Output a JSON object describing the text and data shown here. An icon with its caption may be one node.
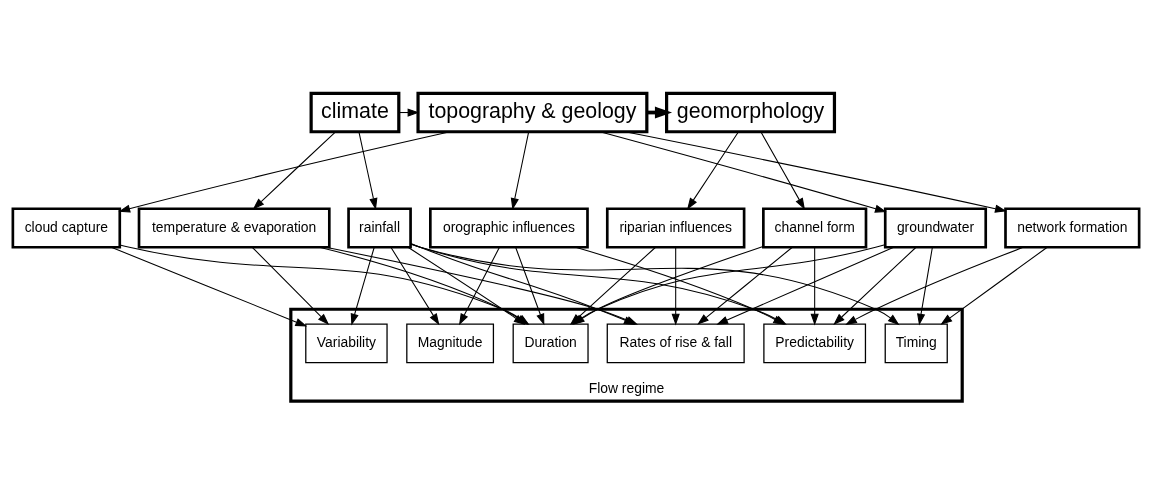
{
  "diagram": {
    "nodes": [
      {
        "text": [
          "climate"
        ]
      },
      {
        "text": [
          "topography & geology"
        ]
      },
      {
        "text": [
          "geomorphology"
        ]
      },
      {
        "text": [
          "temperature & evaporation"
        ]
      },
      {
        "text": [
          "rainfall"
        ]
      },
      {
        "text": [
          "cloud capture"
        ]
      },
      {
        "text": [
          "orographic influences"
        ]
      },
      {
        "text": [
          "network formation"
        ]
      },
      {
        "text": [
          "groundwater"
        ]
      },
      {
        "text": [
          "channel form"
        ]
      },
      {
        "text": [
          "riparian influences"
        ]
      },
      {
        "text": [
          "Flow regime"
        ]
      },
      {
        "text": [
          "Magnitude"
        ],
        "in": 11
      },
      {
        "text": [
          "Timing"
        ],
        "in": 11
      },
      {
        "text": [
          "Variability"
        ],
        "in": 11
      },
      {
        "text": [
          "Predictability"
        ],
        "in": 11
      },
      {
        "text": [
          "Duration"
        ],
        "in": 11
      },
      {
        "text": [
          "Rates of rise & fall"
        ],
        "in": 11
      }
    ],
    "edges": [
      {
        "from": 0,
        "to": 1,
        "arrow": "to"
      },
      {
        "from": 1,
        "to": 2,
        "arrow": "to",
        "style": "thick"
      },
      {
        "from": 0,
        "to": 3,
        "arrow": "to"
      },
      {
        "from": 0,
        "to": 4,
        "arrow": "to"
      },
      {
        "from": 1,
        "to": 5,
        "arrow": "to"
      },
      {
        "from": 1,
        "to": 6,
        "arrow": "to"
      },
      {
        "from": 1,
        "to": 7,
        "arrow": "to"
      },
      {
        "from": 1,
        "to": 8,
        "arrow": "to"
      },
      {
        "from": 2,
        "to": 9,
        "arrow": "to"
      },
      {
        "from": 2,
        "to": 10,
        "arrow": "to"
      },
      {
        "from": 3,
        "to": 14,
        "arrow": "to"
      },
      {
        "from": 3,
        "to": 16,
        "arrow": "to"
      },
      {
        "from": 3,
        "to": 17,
        "arrow": "to"
      },
      {
        "from": 4,
        "to": 12,
        "arrow": "to"
      },
      {
        "from": 4,
        "to": 13,
        "arrow": "to"
      },
      {
        "from": 4,
        "to": 14,
        "arrow": "to"
      },
      {
        "from": 4,
        "to": 15,
        "arrow": "to"
      },
      {
        "from": 4,
        "to": 16,
        "arrow": "to"
      },
      {
        "from": 4,
        "to": 17,
        "arrow": "to"
      },
      {
        "from": 5,
        "to": 14,
        "arrow": "to"
      },
      {
        "from": 5,
        "to": 16,
        "arrow": "to"
      },
      {
        "from": 6,
        "to": 12,
        "arrow": "to"
      },
      {
        "from": 6,
        "to": 15,
        "arrow": "to"
      },
      {
        "from": 6,
        "to": 16,
        "arrow": "to"
      },
      {
        "from": 7,
        "to": 13,
        "arrow": "to"
      },
      {
        "from": 7,
        "to": 15,
        "arrow": "to"
      },
      {
        "from": 8,
        "to": 13,
        "arrow": "to"
      },
      {
        "from": 8,
        "to": 15,
        "arrow": "to"
      },
      {
        "from": 8,
        "to": 16,
        "arrow": "to"
      },
      {
        "from": 8,
        "to": 17,
        "arrow": "to"
      },
      {
        "from": 9,
        "to": 15,
        "arrow": "to"
      },
      {
        "from": 9,
        "to": 16,
        "arrow": "to"
      },
      {
        "from": 9,
        "to": 17,
        "arrow": "to"
      },
      {
        "from": 10,
        "to": 16,
        "arrow": "to"
      },
      {
        "from": 10,
        "to": 17,
        "arrow": "to"
      }
    ]
  }
}
